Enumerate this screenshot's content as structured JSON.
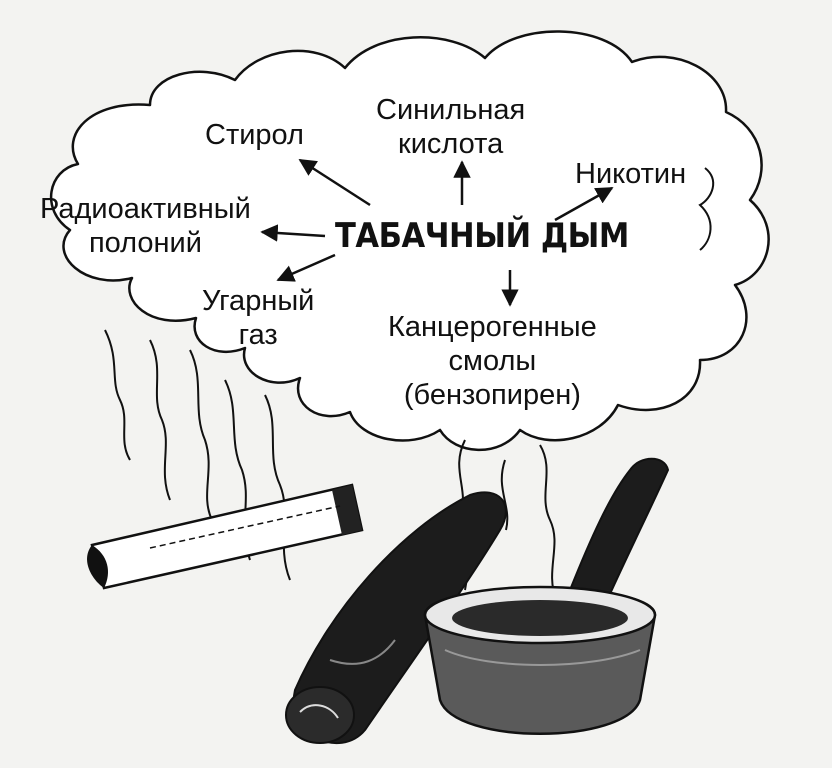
{
  "diagram": {
    "center_label": "ТАБАЧНЫЙ ДЫМ",
    "components": [
      {
        "name": "styrene",
        "lines": [
          "Стирол"
        ]
      },
      {
        "name": "hydrocyanic-acid",
        "lines": [
          "Синильная",
          "кислота"
        ]
      },
      {
        "name": "nicotine",
        "lines": [
          "Никотин"
        ]
      },
      {
        "name": "polonium",
        "lines": [
          "Радиоактивный",
          "полоний"
        ]
      },
      {
        "name": "carbon-monoxide",
        "lines": [
          "Угарный",
          "газ"
        ]
      },
      {
        "name": "carcinogenic-tars",
        "lines": [
          "Канцерогенные",
          "смолы",
          "(бензопирен)"
        ]
      }
    ],
    "images": [
      "cloud-of-smoke",
      "cigarette",
      "cigar",
      "smoking-pipe"
    ],
    "colors": {
      "ink": "#111111",
      "paper": "#f3f3f1",
      "cigar": "#1c1c1c",
      "pipe-bowl": "#5a5a5a"
    }
  }
}
